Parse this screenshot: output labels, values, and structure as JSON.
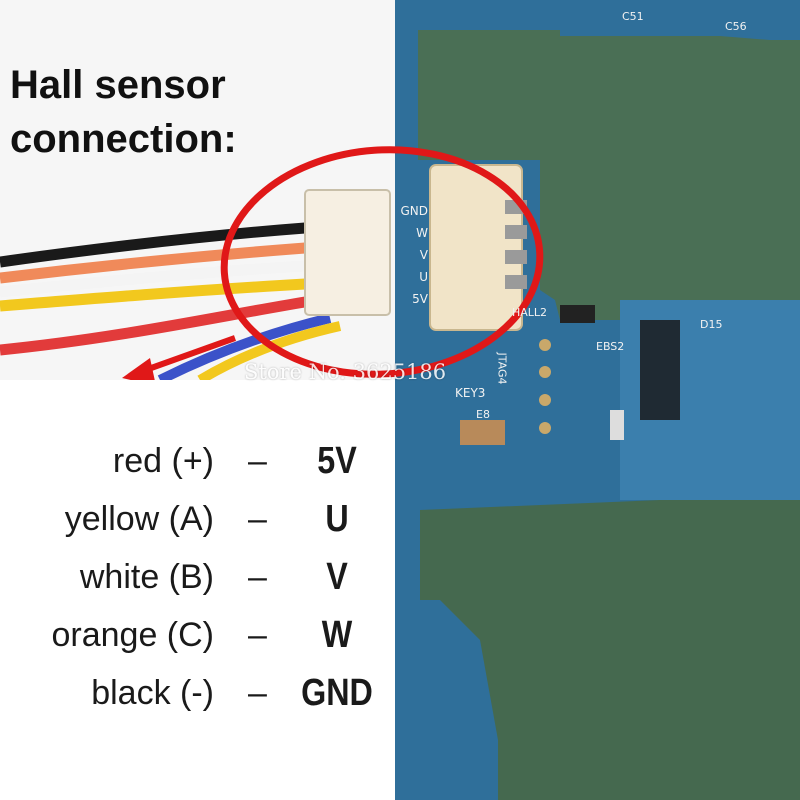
{
  "headline": {
    "line1": "Hall sensor",
    "line2": "connection:"
  },
  "pin_mapping": [
    {
      "wire": "red (+)",
      "separator": "–",
      "pin": "5V",
      "color": "#e23b3b"
    },
    {
      "wire": "yellow (A)",
      "separator": "–",
      "pin": "U",
      "color": "#f2c81e"
    },
    {
      "wire": "white (B)",
      "separator": "–",
      "pin": "V",
      "color": "#f4f4f4"
    },
    {
      "wire": "orange (C)",
      "separator": "–",
      "pin": "W",
      "color": "#f08a5a"
    },
    {
      "wire": "black (-)",
      "separator": "–",
      "pin": "GND",
      "color": "#1a1a1a"
    }
  ],
  "connector_pad_labels": [
    "GND",
    "W",
    "V",
    "U",
    "5V"
  ],
  "pcb_silkscreen": [
    "KEY3",
    "JTAG4",
    "HALL2",
    "E8",
    "C51",
    "C56",
    "D15",
    "EBS2"
  ],
  "watermark": "Store No. 3625186",
  "colors": {
    "pcb_green": "#3f6b4e",
    "pcb_board_blue": "#2f6f9a",
    "highlight_red": "#e01818",
    "connector_cream": "#f1e4c8"
  }
}
